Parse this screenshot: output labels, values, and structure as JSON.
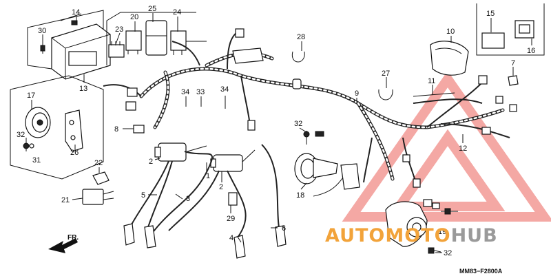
{
  "diagram": {
    "drawing_code": "MM83−F2800A",
    "direction_label": "FR.",
    "watermark": {
      "part1": "AUTO",
      "part2": "MOTO",
      "part3": "HUB",
      "triangle_color": "#e8453c",
      "orange": "#f2a33a",
      "gray": "#9a9a9a"
    },
    "callouts": [
      "1",
      "2",
      "2",
      "3",
      "4",
      "5",
      "6",
      "7",
      "8",
      "9",
      "10",
      "11",
      "12",
      "13",
      "14",
      "15",
      "16",
      "17",
      "18",
      "19",
      "20",
      "21",
      "22",
      "23",
      "24",
      "25",
      "26",
      "27",
      "28",
      "29",
      "30",
      "31",
      "32",
      "32",
      "32",
      "33",
      "34",
      "34"
    ]
  }
}
